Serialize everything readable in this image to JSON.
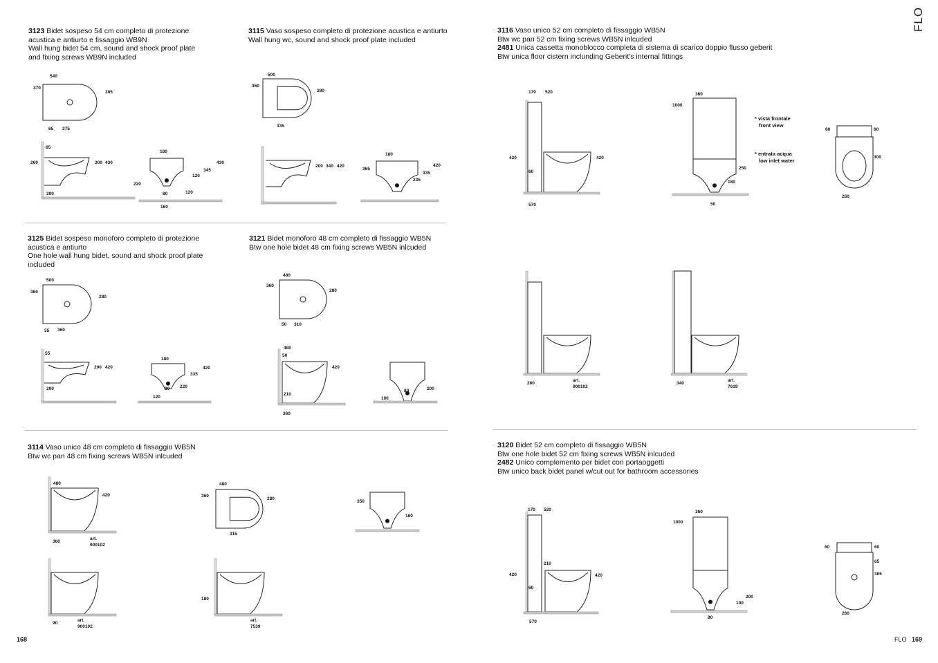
{
  "brand_vertical": "FLO",
  "products": {
    "p3123": {
      "code": "3123",
      "lines": [
        "Bidet sospeso 54 cm completo di protezione",
        "acustica e antiurto e fissaggio WB9N",
        "Wall hung bidet 54 cm, sound and shock proof plate",
        "and fixing screws WB9N included"
      ]
    },
    "p3115": {
      "code": "3115",
      "lines": [
        "Vaso sospeso completo di protezione acustica e antiurto",
        "Wall hung wc, sound and shock proof plate included"
      ]
    },
    "p3116": {
      "code": "3116",
      "lines": [
        "Vaso unico 52 cm completo di fissaggio WB5N",
        "Btw wc pan 52 cm fixing screws WB5N inlcuded"
      ],
      "code2": "2481",
      "lines2": [
        "Unica cassetta monoblocco completa di sistema di scarico doppio flusso geberit",
        "Btw unica floor cistern inclunding Geberit's internal fittings"
      ]
    },
    "p3125": {
      "code": "3125",
      "lines": [
        "Bidet sospeso monoforo completo di protezione",
        "acustica e antiurto",
        "One hole wall hung bidet, sound and shock proof plate",
        "included"
      ]
    },
    "p3121": {
      "code": "3121",
      "lines": [
        "Bidet monoforo 48 cm completo di fissaggio WB5N",
        "Btw one hole bidet 48 cm fixing screws WB5N inlcuded"
      ]
    },
    "p3114": {
      "code": "3114",
      "lines": [
        "Vaso unico 48 cm completo di fissaggio WB5N",
        "Btw wc pan 48 cm fixing screws WB5N inlcuded"
      ]
    },
    "p3120": {
      "code": "3120",
      "lines": [
        "Bidet 52 cm completo di fissaggio WB5N",
        "Btw one hole bidet 52 cm fixing screws WB5N inlcuded"
      ],
      "code2": "2482",
      "lines2": [
        "Unico complemento per bidet con portaoggetti",
        "Btw unico back bidet panel w/cut out for bathroom accessories"
      ]
    }
  },
  "notes": {
    "front_view": [
      "* vista frontale",
      "front view"
    ],
    "inlet": [
      "* entrata acqua",
      "low inlet water"
    ]
  },
  "drawings": {
    "a_top": [
      "540",
      "370",
      "285",
      "65",
      "375"
    ],
    "a_side": [
      "65",
      "260",
      "300",
      "430",
      "200"
    ],
    "a_front": [
      "180",
      "430",
      "345",
      "120",
      "220",
      "80",
      "120",
      "160"
    ],
    "b_top": [
      "500",
      "360",
      "280",
      "335"
    ],
    "b_side": [
      "200",
      "340",
      "420"
    ],
    "b_front": [
      "180",
      "365",
      "420",
      "335",
      "235"
    ],
    "c_top": [
      "60",
      "60",
      "300",
      "260"
    ],
    "c_side": [
      "170",
      "520",
      "420",
      "60",
      "420",
      "570"
    ],
    "c_front": [
      "360",
      "1000",
      "250",
      "180",
      "50"
    ],
    "d_top": [
      "500",
      "360",
      "280",
      "55",
      "360"
    ],
    "d_side": [
      "55",
      "200",
      "420",
      "200"
    ],
    "d_front": [
      "180",
      "420",
      "335",
      "220",
      "80",
      "120"
    ],
    "e_top": [
      "480",
      "360",
      "280",
      "50",
      "310"
    ],
    "e_side": [
      "480",
      "50",
      "420",
      "210",
      "360"
    ],
    "e_front": [
      "200",
      "100",
      "80"
    ],
    "f_inst1": [
      "260",
      "art.",
      "900102"
    ],
    "f_inst2": [
      "340",
      "art.",
      "7619"
    ],
    "g_side": [
      "480",
      "420",
      "360",
      "art.",
      "900102"
    ],
    "g_top": [
      "480",
      "360",
      "280",
      "315"
    ],
    "g_front": [
      "350",
      "180"
    ],
    "g_inst1": [
      "90",
      "art.",
      "900102"
    ],
    "g_inst2": [
      "180",
      "art.",
      "7539"
    ],
    "h_side": [
      "170",
      "520",
      "210",
      "420",
      "60",
      "420",
      "570"
    ],
    "h_front": [
      "360",
      "1000",
      "200",
      "100",
      "80"
    ],
    "h_top": [
      "60",
      "60",
      "65",
      "365",
      "260"
    ]
  },
  "footer": {
    "left_page": "168",
    "right_brand": "FLO",
    "right_page": "169"
  }
}
